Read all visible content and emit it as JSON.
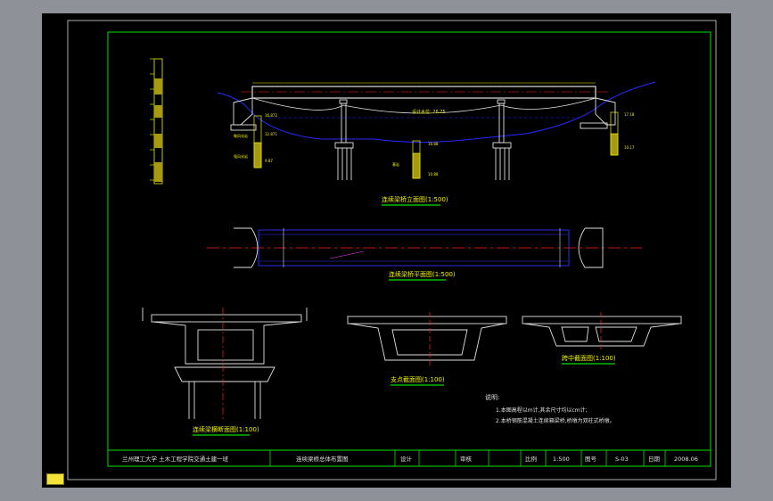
{
  "colors": {
    "frame": "#00e000",
    "deck": "#e0e0e0",
    "water": "#2020ff",
    "centerline": "#ff2020",
    "label": "#f2f200",
    "accent": "#ff40ff"
  },
  "elevation": {
    "title": "连续梁桥立面图(1:500)",
    "water_level": "设计水位: 26.75"
  },
  "plan": {
    "title": "连续梁桥平面图(1:500)"
  },
  "sections": {
    "pier_section": "连续梁横断面图(1:100)",
    "support_section": "支点截面图(1:100)",
    "midspan_section": "跨中截面图(1:100)"
  },
  "notes": {
    "heading": "说明:",
    "line1": "1.本图高程以m计,其余尺寸均以cm计;",
    "line2": "2.本桥钢筋混凝土连续箱梁桥,桥墩为双柱式桥墩。"
  },
  "title_block": {
    "school": "兰州理工大学 土木工程学院交通土建一班",
    "drawing_name": "连续梁桥总体布置图",
    "design_label": "设计",
    "review_label": "审核",
    "scale_label": "比例",
    "scale_value": "1:500",
    "sheet_label": "图号",
    "sheet_value": "S-03",
    "date_label": "日期",
    "date_value": "2008.06"
  },
  "ucs_icon": "ucs-icon"
}
